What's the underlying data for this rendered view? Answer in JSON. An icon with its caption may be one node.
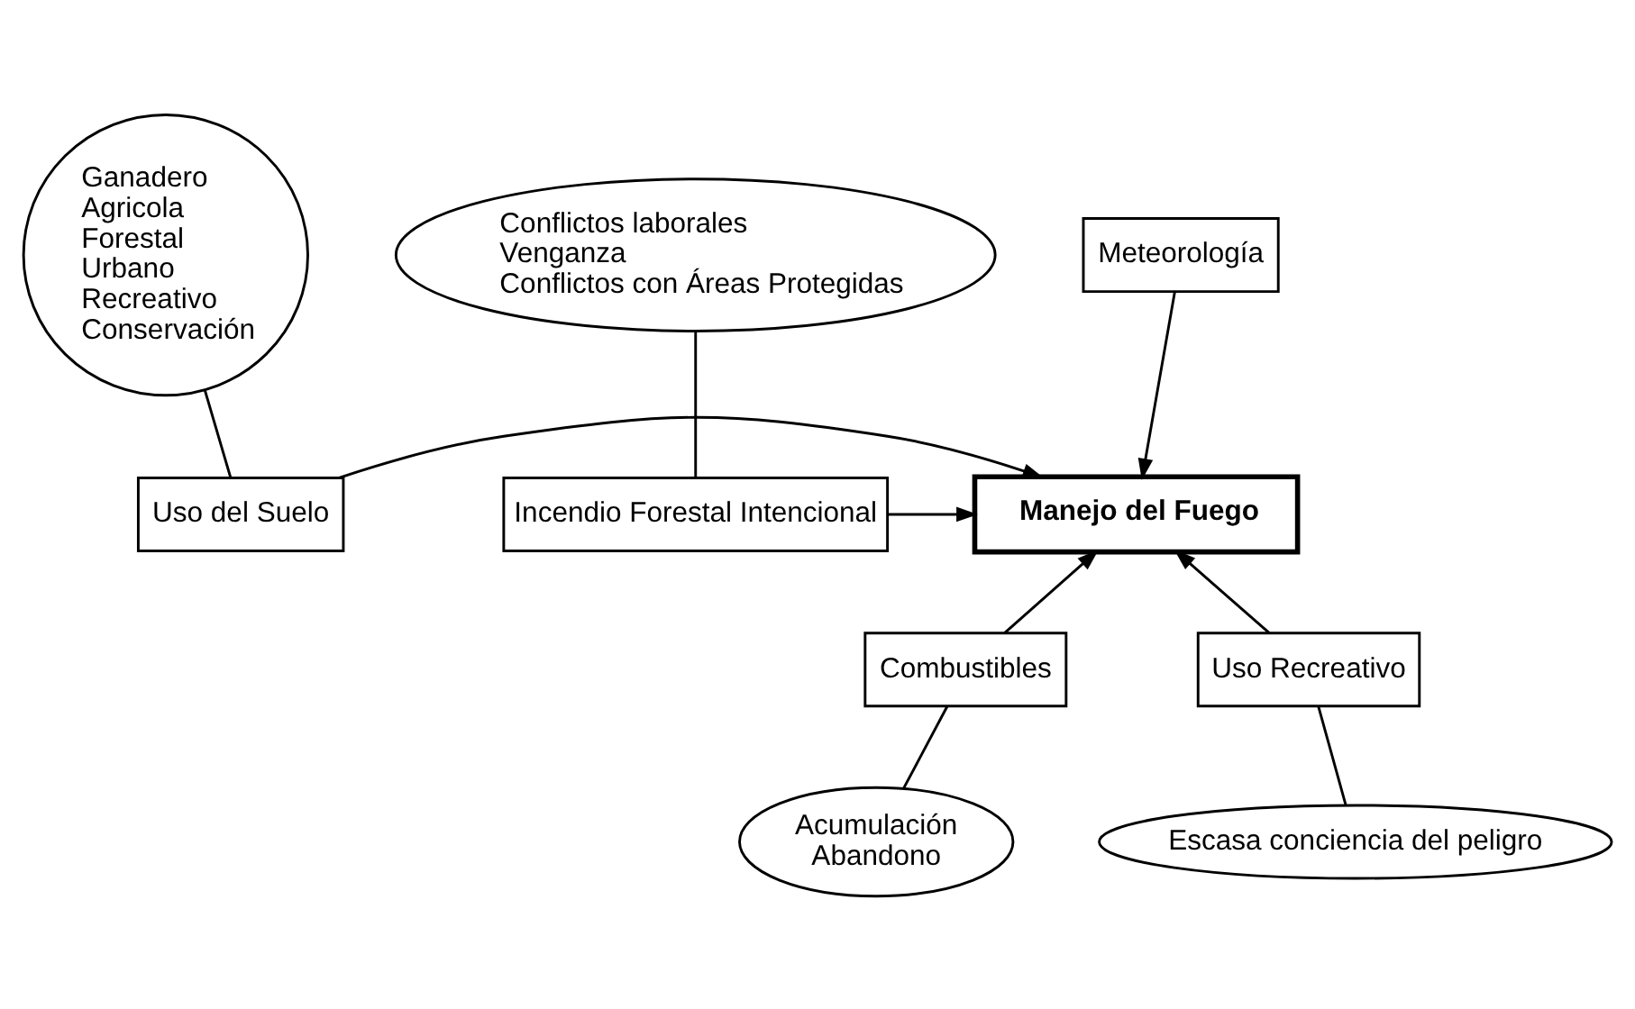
{
  "diagram": {
    "nodes": [
      {
        "text": [
          "Ganadero",
          "Agricola",
          "Forestal",
          "Urbano",
          "Recreativo",
          "Conservación"
        ]
      },
      {
        "text": [
          "Meteorología"
        ]
      },
      {
        "text": [
          "Conflictos laborales",
          "Venganza",
          "Conflictos con Áreas Protegidas"
        ]
      },
      {
        "text": [
          "Uso del Suelo"
        ]
      },
      {
        "text": [
          "Manejo del Fuego"
        ]
      },
      {
        "text": [
          "Incendio Forestal Intencional"
        ]
      },
      {
        "text": [
          "Combustibles"
        ]
      },
      {
        "text": [
          "Uso Recreativo"
        ]
      },
      {
        "text": [
          "Acumulación",
          "Abandono"
        ]
      },
      {
        "text": [
          "Escasa conciencia del peligro"
        ]
      }
    ],
    "edges": [
      {
        "from": 0,
        "to": 3,
        "arrow": "none"
      },
      {
        "from": 1,
        "to": 4,
        "arrow": "to"
      },
      {
        "from": 2,
        "to": 5,
        "arrow": "none"
      },
      {
        "from": 3,
        "to": 4,
        "arrow": "to"
      },
      {
        "from": 5,
        "to": 4,
        "arrow": "to"
      },
      {
        "from": 6,
        "to": 4,
        "arrow": "to"
      },
      {
        "from": 6,
        "to": 8,
        "arrow": "none"
      },
      {
        "from": 7,
        "to": 4,
        "arrow": "to"
      },
      {
        "from": 7,
        "to": 9,
        "arrow": "none"
      }
    ]
  }
}
